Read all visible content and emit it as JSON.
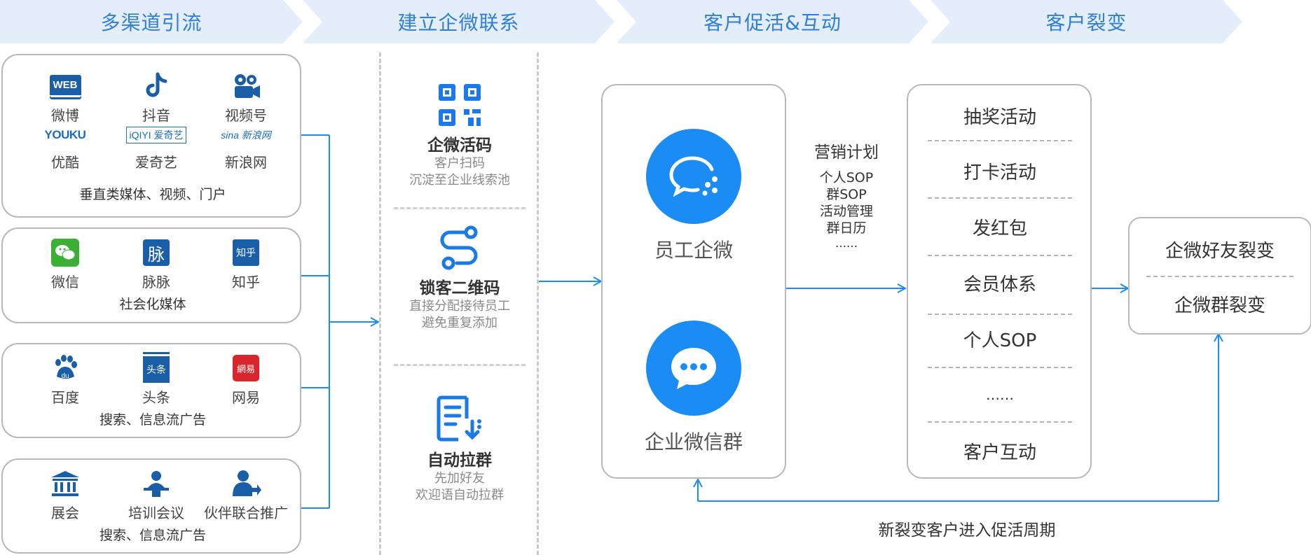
{
  "stages": [
    "多渠道引流",
    "建立企微联系",
    "客户促活&互动",
    "客户裂变"
  ],
  "channel_groups": [
    {
      "items": [
        {
          "label": "微博",
          "icon": "weibo-web-icon"
        },
        {
          "label": "抖音",
          "icon": "douyin-icon"
        },
        {
          "label": "视频号",
          "icon": "channels-icon"
        },
        {
          "label": "优酷",
          "icon": "youku-icon"
        },
        {
          "label": "爱奇艺",
          "icon": "iqiyi-icon"
        },
        {
          "label": "新浪网",
          "icon": "sina-icon"
        }
      ],
      "caption": "垂直类媒体、视频、门户"
    },
    {
      "items": [
        {
          "label": "微信",
          "icon": "wechat-icon"
        },
        {
          "label": "脉脉",
          "icon": "maimai-icon"
        },
        {
          "label": "知乎",
          "icon": "zhihu-icon"
        }
      ],
      "caption": "社会化媒体"
    },
    {
      "items": [
        {
          "label": "百度",
          "icon": "baidu-icon"
        },
        {
          "label": "头条",
          "icon": "toutiao-icon"
        },
        {
          "label": "网易",
          "icon": "netease-icon"
        }
      ],
      "caption": "搜索、信息流广告"
    },
    {
      "items": [
        {
          "label": "展会",
          "icon": "exhibition-icon"
        },
        {
          "label": "培训会议",
          "icon": "training-icon"
        },
        {
          "label": "伙伴联合推广",
          "icon": "partner-icon"
        }
      ],
      "caption": "搜索、信息流广告"
    }
  ],
  "logo_texts": {
    "web": "WEB",
    "youku": "YOUKU",
    "iqiyi": "iQIYI 爱奇艺",
    "sina": "sina 新浪网",
    "maimai": "脉",
    "zhihu": "知乎",
    "toutiao": "头条",
    "netease": "網易",
    "baidu": "du"
  },
  "connect_methods": [
    {
      "title": "企微活码",
      "lines": [
        "客户扫码",
        "沉淀至企业线索池"
      ],
      "icon": "qrcode-icon"
    },
    {
      "title": "锁客二维码",
      "lines": [
        "直接分配接待员工",
        "避免重复添加"
      ],
      "icon": "route-icon"
    },
    {
      "title": "自动拉群",
      "lines": [
        "先加好友",
        "欢迎语自动拉群"
      ],
      "icon": "document-download-icon"
    }
  ],
  "contacts": [
    {
      "label": "员工企微",
      "icon": "wecom-chat-icon"
    },
    {
      "label": "企业微信群",
      "icon": "group-chat-icon"
    }
  ],
  "marketing_plan": {
    "title": "营销计划",
    "items": [
      "个人SOP",
      "群SOP",
      "活动管理",
      "群日历",
      "……"
    ]
  },
  "activities": [
    "抽奖活动",
    "打卡活动",
    "发红包",
    "会员体系",
    "个人SOP",
    "……",
    "客户互动"
  ],
  "fission": [
    "企微好友裂变",
    "企微群裂变"
  ],
  "loop_label": "新裂变客户进入促活周期",
  "colors": {
    "accent": "#1b8cf3",
    "banner_bg": "#e4eefa",
    "banner_text": "#2f7fd8",
    "line": "#1b8cf3",
    "border": "#b8b8b8"
  }
}
